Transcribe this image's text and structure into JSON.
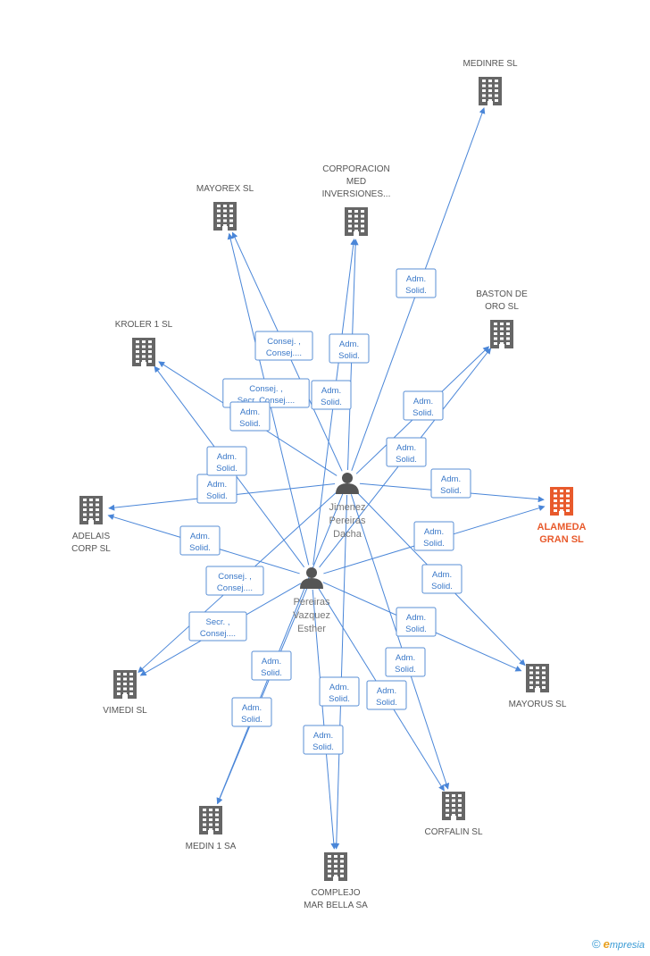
{
  "colors": {
    "edge": "#4a86d8",
    "company": "#666666",
    "company_main": "#e85a2c",
    "person": "#555555",
    "label_text": "#3a78c8"
  },
  "companies": [
    {
      "id": "medinre",
      "name": [
        "MEDINRE SL"
      ],
      "icon": "building-icon",
      "main": false
    },
    {
      "id": "corporacion",
      "name": [
        "CORPORACION",
        "MED",
        "INVERSIONES..."
      ],
      "icon": "building-icon",
      "main": false
    },
    {
      "id": "mayorex",
      "name": [
        "MAYOREX SL"
      ],
      "icon": "building-icon",
      "main": false
    },
    {
      "id": "baston",
      "name": [
        "BASTON DE",
        "ORO SL"
      ],
      "icon": "building-icon",
      "main": false
    },
    {
      "id": "kroler",
      "name": [
        "KROLER 1 SL"
      ],
      "icon": "building-icon",
      "main": false
    },
    {
      "id": "alameda",
      "name": [
        "ALAMEDA",
        "GRAN SL"
      ],
      "icon": "building-icon",
      "main": true
    },
    {
      "id": "adelais",
      "name": [
        "ADELAIS",
        "CORP SL"
      ],
      "icon": "building-icon",
      "main": false
    },
    {
      "id": "mayorus",
      "name": [
        "MAYORUS SL"
      ],
      "icon": "building-icon",
      "main": false
    },
    {
      "id": "vimedi",
      "name": [
        "VIMEDI SL"
      ],
      "icon": "building-icon",
      "main": false
    },
    {
      "id": "corfalin",
      "name": [
        "CORFALIN SL"
      ],
      "icon": "building-icon",
      "main": false
    },
    {
      "id": "medin1",
      "name": [
        "MEDIN 1 SA"
      ],
      "icon": "building-icon",
      "main": false
    },
    {
      "id": "complejo",
      "name": [
        "COMPLEJO",
        "MAR BELLA SA"
      ],
      "icon": "building-icon",
      "main": false
    }
  ],
  "persons": [
    {
      "id": "jimenez",
      "name": [
        "Jimenez",
        "Pereiras",
        "Dacha"
      ],
      "icon": "person-icon"
    },
    {
      "id": "pereiras",
      "name": [
        "Pereiras",
        "Vazquez",
        "Esther"
      ],
      "icon": "person-icon"
    }
  ],
  "edges": [
    {
      "from": "jimenez",
      "to": "medinre",
      "label": [
        "Adm.",
        "Solid."
      ]
    },
    {
      "from": "jimenez",
      "to": "corporacion",
      "label": [
        "Adm.",
        "Solid."
      ]
    },
    {
      "from": "jimenez",
      "to": "mayorex",
      "label": [
        "Consej. ,",
        "Consej...."
      ]
    },
    {
      "from": "jimenez",
      "to": "baston",
      "label": [
        "Adm.",
        "Solid."
      ]
    },
    {
      "from": "jimenez",
      "to": "kroler",
      "label": [
        "Consej. ,",
        "Secr. Consej...."
      ]
    },
    {
      "from": "jimenez",
      "to": "alameda",
      "label": [
        "Adm.",
        "Solid."
      ]
    },
    {
      "from": "jimenez",
      "to": "adelais",
      "label": [
        "Adm.",
        "Solid."
      ]
    },
    {
      "from": "jimenez",
      "to": "mayorus",
      "label": [
        "Adm.",
        "Solid."
      ]
    },
    {
      "from": "jimenez",
      "to": "corfalin",
      "label": [
        "Adm.",
        "Solid."
      ]
    },
    {
      "from": "jimenez",
      "to": "complejo",
      "label": [
        "Adm.",
        "Solid."
      ]
    },
    {
      "from": "jimenez",
      "to": "vimedi",
      "label": [
        "Consej. ,",
        "Consej...."
      ]
    },
    {
      "from": "jimenez",
      "to": "medin1",
      "label": [
        "Adm.",
        "Solid."
      ]
    },
    {
      "from": "pereiras",
      "to": "corporacion",
      "label": [
        "Adm.",
        "Solid."
      ]
    },
    {
      "from": "pereiras",
      "to": "mayorex",
      "label": [
        "Adm.",
        "Solid."
      ]
    },
    {
      "from": "pereiras",
      "to": "baston",
      "label": [
        "Adm.",
        "Solid."
      ]
    },
    {
      "from": "pereiras",
      "to": "kroler",
      "label": [
        "Adm.",
        "Solid."
      ]
    },
    {
      "from": "pereiras",
      "to": "alameda",
      "label": [
        "Adm.",
        "Solid."
      ]
    },
    {
      "from": "pereiras",
      "to": "adelais",
      "label": [
        "Adm.",
        "Solid."
      ]
    },
    {
      "from": "pereiras",
      "to": "mayorus",
      "label": [
        "Adm.",
        "Solid."
      ]
    },
    {
      "from": "pereiras",
      "to": "vimedi",
      "label": [
        "Secr. ,",
        "Consej...."
      ]
    },
    {
      "from": "pereiras",
      "to": "corfalin",
      "label": [
        "Adm.",
        "Solid."
      ]
    },
    {
      "from": "pereiras",
      "to": "medin1",
      "label": [
        "Adm.",
        "Solid."
      ]
    },
    {
      "from": "pereiras",
      "to": "complejo",
      "label": [
        "Adm.",
        "Solid."
      ]
    }
  ],
  "footer": {
    "copyright": "©",
    "brand_initial": "e",
    "brand_rest": "mpresia"
  }
}
